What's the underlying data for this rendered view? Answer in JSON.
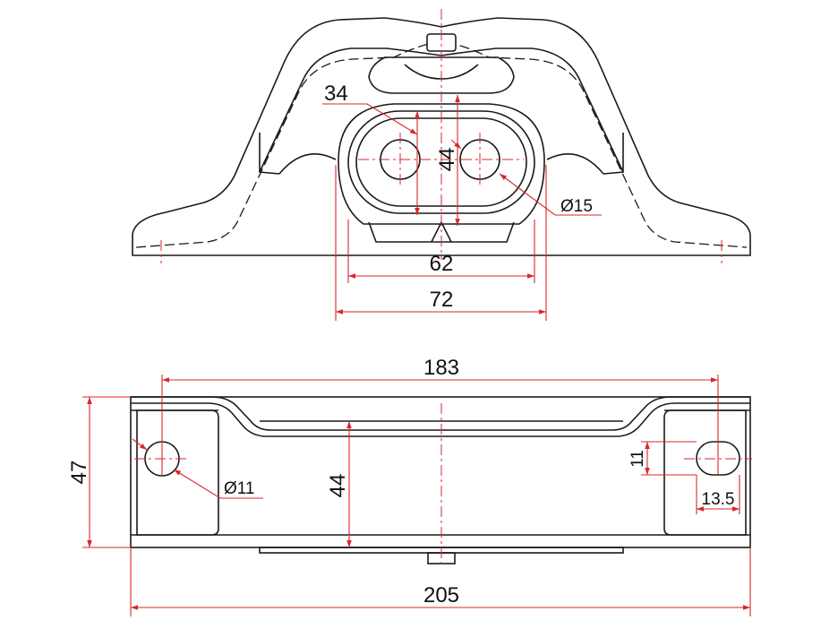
{
  "colors": {
    "outline": "#1a1a1a",
    "dimension": "#d9262c",
    "text": "#111111",
    "background": "#ffffff"
  },
  "top_view": {
    "hole_spacing": "34",
    "height": "44",
    "hole_diameter": "Ø15",
    "inner_width": "62",
    "outer_width": "72"
  },
  "bottom_view": {
    "hole_span": "183",
    "overall_height": "47",
    "mount_hole": "Ø11",
    "body_height": "44",
    "slot_width": "11",
    "slot_length": "13.5",
    "overall_length": "205"
  }
}
